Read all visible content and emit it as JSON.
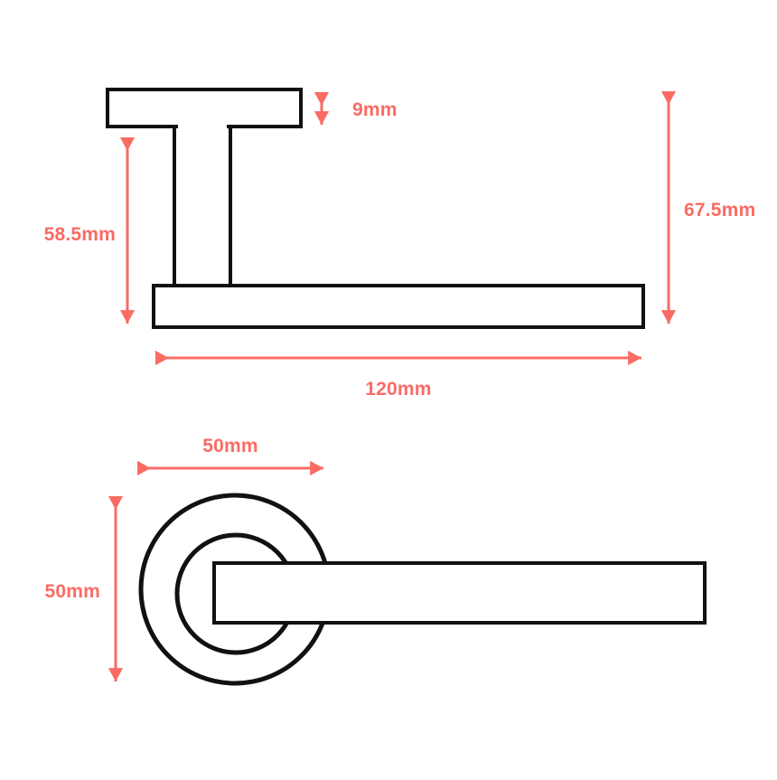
{
  "drawing": {
    "title": "Door Handle Lever Technical Drawing",
    "units": "mm",
    "colors": {
      "outline": "#111111",
      "dimension": "#fa6b64",
      "background": "#ffffff"
    },
    "views": [
      {
        "id": "side-elevation",
        "name": "Side Elevation View",
        "parts": [
          {
            "id": "rose-plate",
            "name": "Rose Backplate"
          },
          {
            "id": "neck-stem",
            "name": "Neck Stem"
          },
          {
            "id": "lever-bar",
            "name": "Lever Bar"
          }
        ]
      },
      {
        "id": "plan-view",
        "name": "Plan / Front View",
        "parts": [
          {
            "id": "outer-rose-circle",
            "name": "Outer Rose Circle"
          },
          {
            "id": "inner-rose-circle",
            "name": "Inner Rose Circle"
          },
          {
            "id": "lever-bar-plan",
            "name": "Lever Bar"
          }
        ]
      }
    ]
  },
  "dimensions": {
    "rose_thickness": {
      "label": "9mm",
      "value": 9,
      "orientation": "vertical",
      "view": "side-elevation"
    },
    "neck_height": {
      "label": "58.5mm",
      "value": 58.5,
      "orientation": "vertical",
      "view": "side-elevation"
    },
    "total_height": {
      "label": "67.5mm",
      "value": 67.5,
      "orientation": "vertical",
      "view": "side-elevation"
    },
    "lever_length": {
      "label": "120mm",
      "value": 120,
      "orientation": "horizontal",
      "view": "side-elevation"
    },
    "rose_diameter_horizontal": {
      "label": "50mm",
      "value": 50,
      "orientation": "horizontal",
      "view": "plan-view"
    },
    "rose_diameter_vertical": {
      "label": "50mm",
      "value": 50,
      "orientation": "vertical",
      "view": "plan-view"
    }
  }
}
